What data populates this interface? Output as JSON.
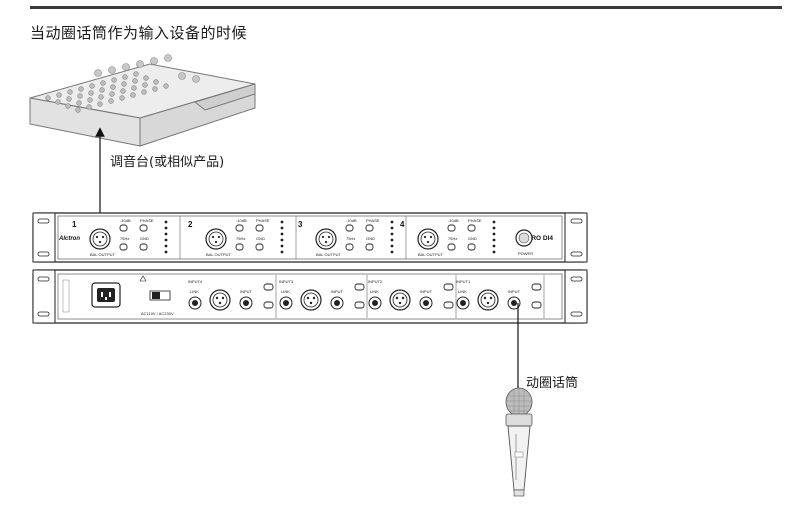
{
  "title": "当动圈话筒作为输入设备的时候",
  "labels": {
    "mixer": "调音台(或相似产品)",
    "microphone": "动圈话筒"
  },
  "device": {
    "brand": "Alctron",
    "model": "PRO DI4",
    "front_channels": [
      {
        "number": "1",
        "output_label": "BAL OUTPUT"
      },
      {
        "number": "2",
        "output_label": "BAL OUTPUT"
      },
      {
        "number": "3",
        "output_label": "BAL OUTPUT"
      },
      {
        "number": "4",
        "output_label": "BAL OUTPUT"
      }
    ],
    "front_controls": {
      "pad": "-10dB",
      "phase": "PHASE",
      "filter": "75Hz",
      "gnd": "GND",
      "power": "POWER"
    },
    "rear_channels": [
      {
        "name": "INPUT4"
      },
      {
        "name": "INPUT3"
      },
      {
        "name": "INPUT2"
      },
      {
        "name": "INPUT1"
      }
    ],
    "rear_labels": {
      "input": "INPUT",
      "link": "LINK",
      "voltage": "AC110V / AC230V"
    }
  }
}
